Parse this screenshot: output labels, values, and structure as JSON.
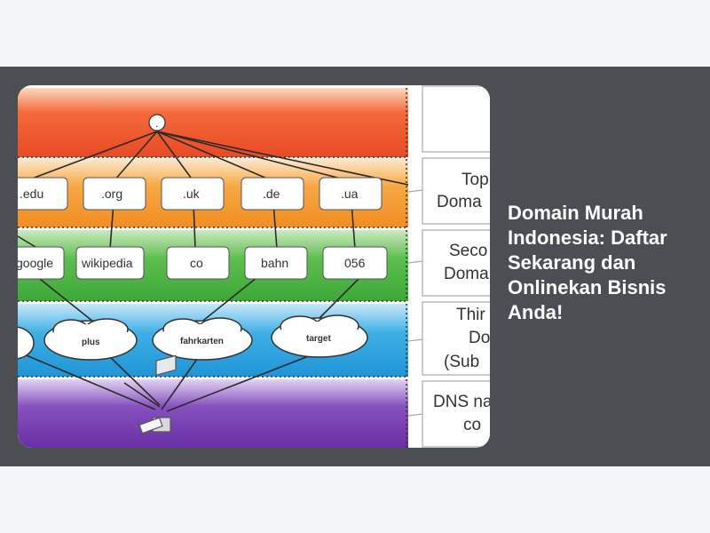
{
  "article": {
    "title": "Domain Murah Indonesia: Daftar Sekarang dan Onlinekan Bisnis Anda!"
  },
  "diagram": {
    "root_label": ".",
    "tld_nodes": [
      ".edu",
      ".org",
      ".uk",
      ".de",
      ".ua"
    ],
    "sld_nodes": [
      "google",
      "wikipedia",
      "co",
      "bahn",
      "056"
    ],
    "third_nodes": [
      "plus",
      "fahrkarten",
      "target"
    ],
    "side_labels": {
      "tld": [
        "Top",
        "Doma"
      ],
      "sld": [
        "Seco",
        "Doma"
      ],
      "third": [
        "Thir",
        "Do",
        "(Sub"
      ],
      "dns": [
        "DNS na",
        "co"
      ]
    },
    "colors": {
      "root_layer": "#f25a2a",
      "tld_layer": "#f7a135",
      "sld_layer": "#4cb845",
      "third_layer": "#35a6df",
      "dns_layer": "#7a3fb0"
    }
  }
}
